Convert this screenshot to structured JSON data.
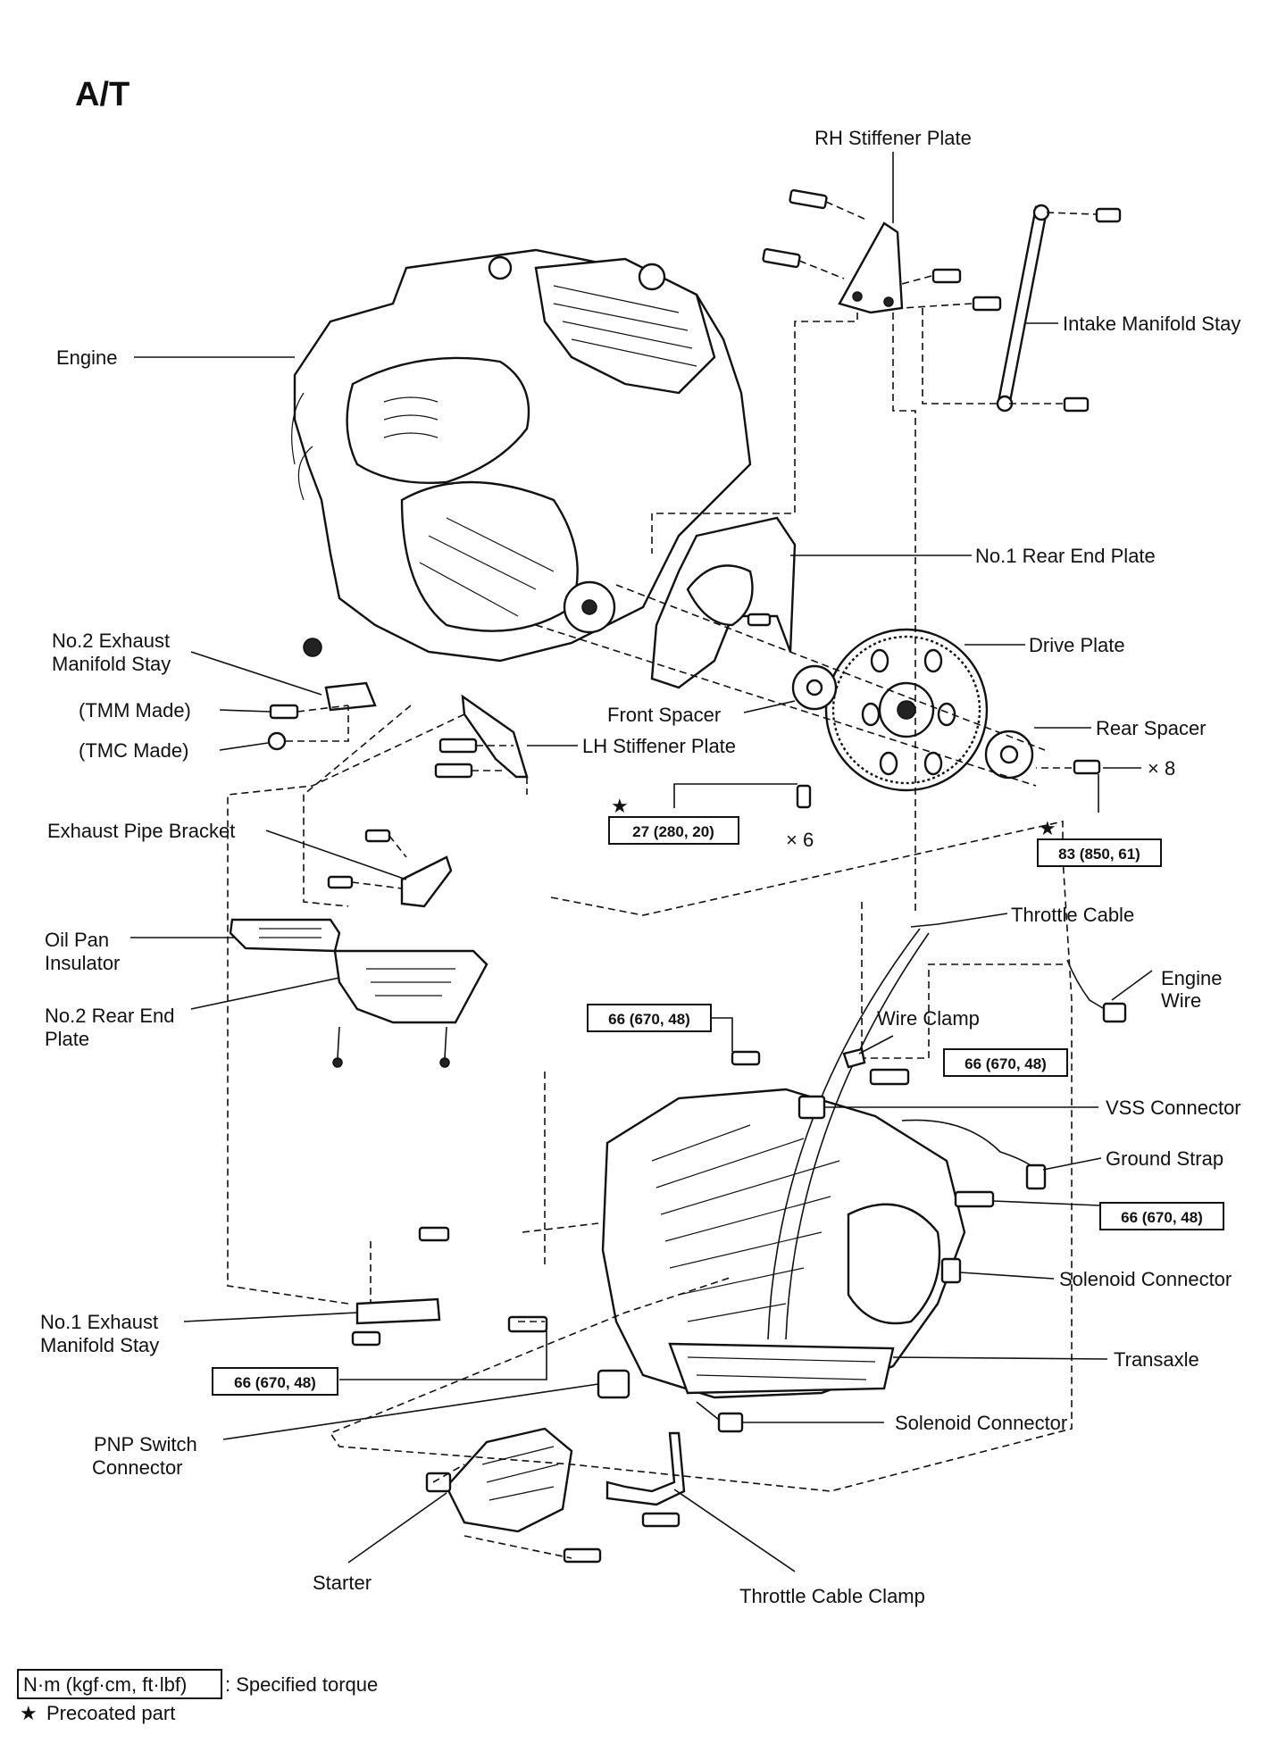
{
  "title": "A/T",
  "labels": {
    "rh_stiffener_plate": "RH Stiffener Plate",
    "intake_manifold_stay": "Intake Manifold Stay",
    "engine": "Engine",
    "no1_rear_end_plate": "No.1 Rear End Plate",
    "drive_plate": "Drive Plate",
    "no2_exhaust_manifold_stay_l1": "No.2 Exhaust",
    "no2_exhaust_manifold_stay_l2": "Manifold Stay",
    "tmm_made": "(TMM Made)",
    "tmc_made": "(TMC Made)",
    "front_spacer": "Front Spacer",
    "rear_spacer": "Rear Spacer",
    "lh_stiffener_plate": "LH Stiffener Plate",
    "x8": "× 8",
    "x6": "× 6",
    "exhaust_pipe_bracket": "Exhaust Pipe Bracket",
    "throttle_cable": "Throttle Cable",
    "oil_pan_insulator_l1": "Oil Pan",
    "oil_pan_insulator_l2": "Insulator",
    "engine_wire_l1": "Engine",
    "engine_wire_l2": "Wire",
    "no2_rear_end_plate_l1": "No.2 Rear End",
    "no2_rear_end_plate_l2": "Plate",
    "wire_clamp": "Wire Clamp",
    "vss_connector": "VSS Connector",
    "ground_strap": "Ground Strap",
    "solenoid_connector_1": "Solenoid Connector",
    "no1_exhaust_manifold_stay_l1": "No.1 Exhaust",
    "no1_exhaust_manifold_stay_l2": "Manifold Stay",
    "transaxle": "Transaxle",
    "pnp_switch_connector_l1": "PNP Switch",
    "pnp_switch_connector_l2": "Connector",
    "solenoid_connector_2": "Solenoid Connector",
    "starter": "Starter",
    "throttle_cable_clamp": "Throttle Cable Clamp"
  },
  "torques": {
    "t27": "27 (280, 20)",
    "t83": "83 (850, 61)",
    "t66_a": "66 (670, 48)",
    "t66_b": "66 (670, 48)",
    "t66_c": "66 (670, 48)",
    "t66_d": "66 (670, 48)"
  },
  "star": "★",
  "legend": {
    "unit_box": "N·m (kgf·cm, ft·lbf)",
    "unit_text": ": Specified torque",
    "star": "★",
    "precoated": "Precoated part"
  }
}
